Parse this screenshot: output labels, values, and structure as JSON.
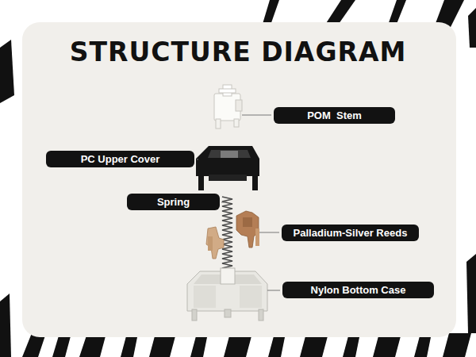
{
  "diagram": {
    "title": "STRUCTURE DIAGRAM",
    "nodes": [
      {
        "text": [
          "POM  Stem"
        ]
      },
      {
        "text": [
          "PC Upper Cover"
        ]
      },
      {
        "text": [
          "Spring"
        ]
      },
      {
        "text": [
          "Palladium-Silver Reeds"
        ]
      },
      {
        "text": [
          "Nylon Bottom Case"
        ]
      }
    ]
  }
}
